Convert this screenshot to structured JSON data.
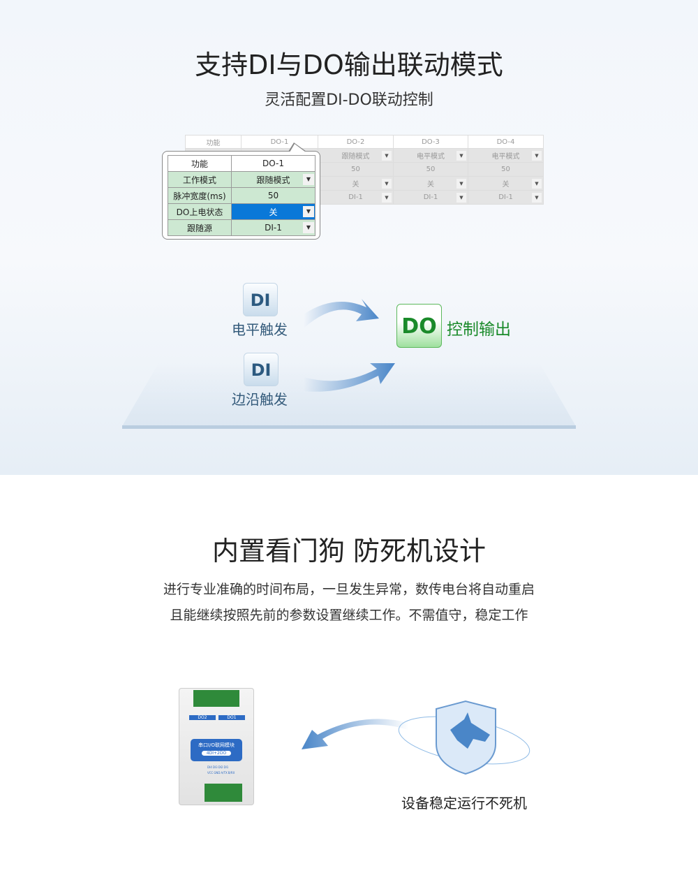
{
  "section1": {
    "title": "支持DI与DO输出联动模式",
    "subtitle": "灵活配置DI-DO联动控制"
  },
  "bg_table": {
    "headers": [
      "功能",
      "DO-1",
      "DO-2",
      "DO-3",
      "DO-4"
    ],
    "rows": [
      [
        "",
        "",
        "跟随模式",
        "电平模式",
        "电平模式"
      ],
      [
        "",
        "",
        "50",
        "50",
        "50"
      ],
      [
        "",
        "",
        "关",
        "关",
        "关"
      ],
      [
        "",
        "",
        "DI-1",
        "DI-1",
        "DI-1"
      ]
    ]
  },
  "popup_table": {
    "headers": [
      "功能",
      "DO-1"
    ],
    "rows": [
      {
        "label": "工作模式",
        "value": "跟随模式",
        "dropdown": true
      },
      {
        "label": "脉冲宽度(ms)",
        "value": "50",
        "dropdown": false
      },
      {
        "label": "DO上电状态",
        "value": "关",
        "dropdown": true,
        "selected": true
      },
      {
        "label": "跟随源",
        "value": "DI-1",
        "dropdown": true
      }
    ]
  },
  "diagram": {
    "di1": {
      "badge": "DI",
      "label": "电平触发"
    },
    "di2": {
      "badge": "DI",
      "label": "边沿触发"
    },
    "do": {
      "badge": "DO",
      "label": "控制输出"
    }
  },
  "section2": {
    "title": "内置看门狗  防死机设计",
    "desc_line1": "进行专业准确的时间布局，一旦发生异常，数传电台将自动重启",
    "desc_line2": "且能继续按照先前的参数设置继续工作。不需值守，稳定工作",
    "caption": "设备稳定运行不死机"
  },
  "device": {
    "name": "串口I/O联网模块",
    "spec": "4DI+2DO",
    "relays": [
      "DO2",
      "DO1"
    ],
    "inputs": [
      "DI4",
      "DI3",
      "DI2",
      "DI1"
    ],
    "power": [
      "VCC",
      "GND",
      "A/TX",
      "B/RX"
    ]
  },
  "colors": {
    "accent_blue": "#4a86c8",
    "do_green": "#1a8a2a",
    "select_blue": "#0a78d8"
  }
}
